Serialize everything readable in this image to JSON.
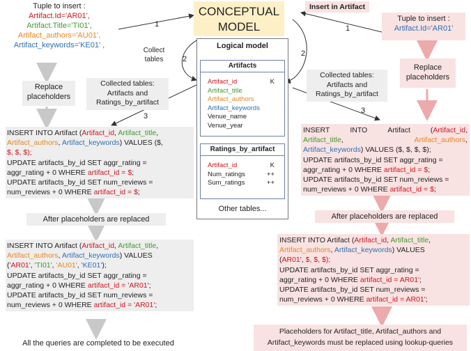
{
  "conceptual_model": "CONCEPTUAL MODEL",
  "insert_label": "Insert in Artifact",
  "logical_model": {
    "title": "Logical model",
    "artifacts": {
      "name": "Artifacts",
      "rows": [
        {
          "field": "Artifact_id",
          "key": "K",
          "color": "#d0141c"
        },
        {
          "field": "Artifact_title",
          "key": "",
          "color": "#3f9a2c"
        },
        {
          "field": "Artifact_authors",
          "key": "",
          "color": "#e8861c"
        },
        {
          "field": "Artifact_keywords",
          "key": "",
          "color": "#2e6fb0"
        },
        {
          "field": "Venue_name",
          "key": "",
          "color": "#222222"
        },
        {
          "field": "Venue_year",
          "key": "",
          "color": "#222222"
        }
      ]
    },
    "ratings": {
      "name": "Ratings_by_artifact",
      "rows": [
        {
          "field": "Artifact_id",
          "key": "K",
          "color": "#d0141c"
        },
        {
          "field": "Num_ratings",
          "key": "++",
          "color": "#222222"
        },
        {
          "field": "Sum_ratings",
          "key": "++",
          "color": "#222222"
        }
      ]
    },
    "other": "Other tables..."
  },
  "left": {
    "tuple_title": "Tuple to insert :",
    "tuple_lines": [
      "Artifact.Id='AR01',",
      "Artifact.Title='TI01',",
      "Artifact_authors='AU01',",
      "Artifact_keywords='KE01' ,"
    ],
    "replace": [
      "Replace",
      "placeholders"
    ],
    "collect": [
      "Collect",
      "tables"
    ],
    "collected": [
      "Collected tables:",
      "Artifacts and",
      "Ratings_by_artifact"
    ],
    "after": "After placeholders are replaced",
    "final": "All the queries are completed to be executed"
  },
  "right": {
    "tuple_title": "Tuple to insert :",
    "tuple_line": "Artifact.Id='AR01'",
    "replace": [
      "Replace",
      "placeholders"
    ],
    "collected": [
      "Collected tables:",
      "Artifacts and",
      "Ratings_by_artifact"
    ],
    "after": "After placeholders are replaced",
    "final": [
      "Placeholders for Artifact_title, Artifact_authors and",
      "Artifact_keywords must be replaced using lookup-queries"
    ]
  },
  "steps": {
    "one": "1",
    "two": "2",
    "three": "3"
  },
  "sql": {
    "insert_into": "INSERT INTO Artifact (",
    "insert_into_split": [
      "INSERT",
      "INTO",
      "Artifact",
      "("
    ],
    "f_id": "Artifact_id",
    "f_title": "Artifact_title",
    "f_authors": "Artifact_authors",
    "f_keywords": "Artifact_keywords",
    "comma": ",",
    "values_ph_left": ") VALUES ($,",
    "ph_tail_left": "$, $, $);",
    "values_ph_right": ") VALUES ($, $, $, $);",
    "values_word": "VALUES",
    "close_paren": ")",
    "update1_a": "UPDATE artifacts_by_id SET aggr_rating =",
    "update1_b": "aggr_rating + 0 WHERE",
    "update2_a": "UPDATE artifacts_by_id SET num_reviews =",
    "update2_b": "num_reviews + 0 WHERE",
    "where_ph": "artifact_id = $",
    "semicolon": ";",
    "vals_left_open": "(",
    "v_ar01q": "'AR01'",
    "v_ti01": "'TI01'",
    "v_au01": "'AU01'",
    "v_ke01": "'KE01'",
    "v_end": ");",
    "where_left": "artifact_id = 'AR01'",
    "where_right": "artifact_id = AR01'",
    "vals_right_open": "(",
    "v_ar01r": "AR01'",
    "v_ph_tail_right": "$, $, $);"
  }
}
